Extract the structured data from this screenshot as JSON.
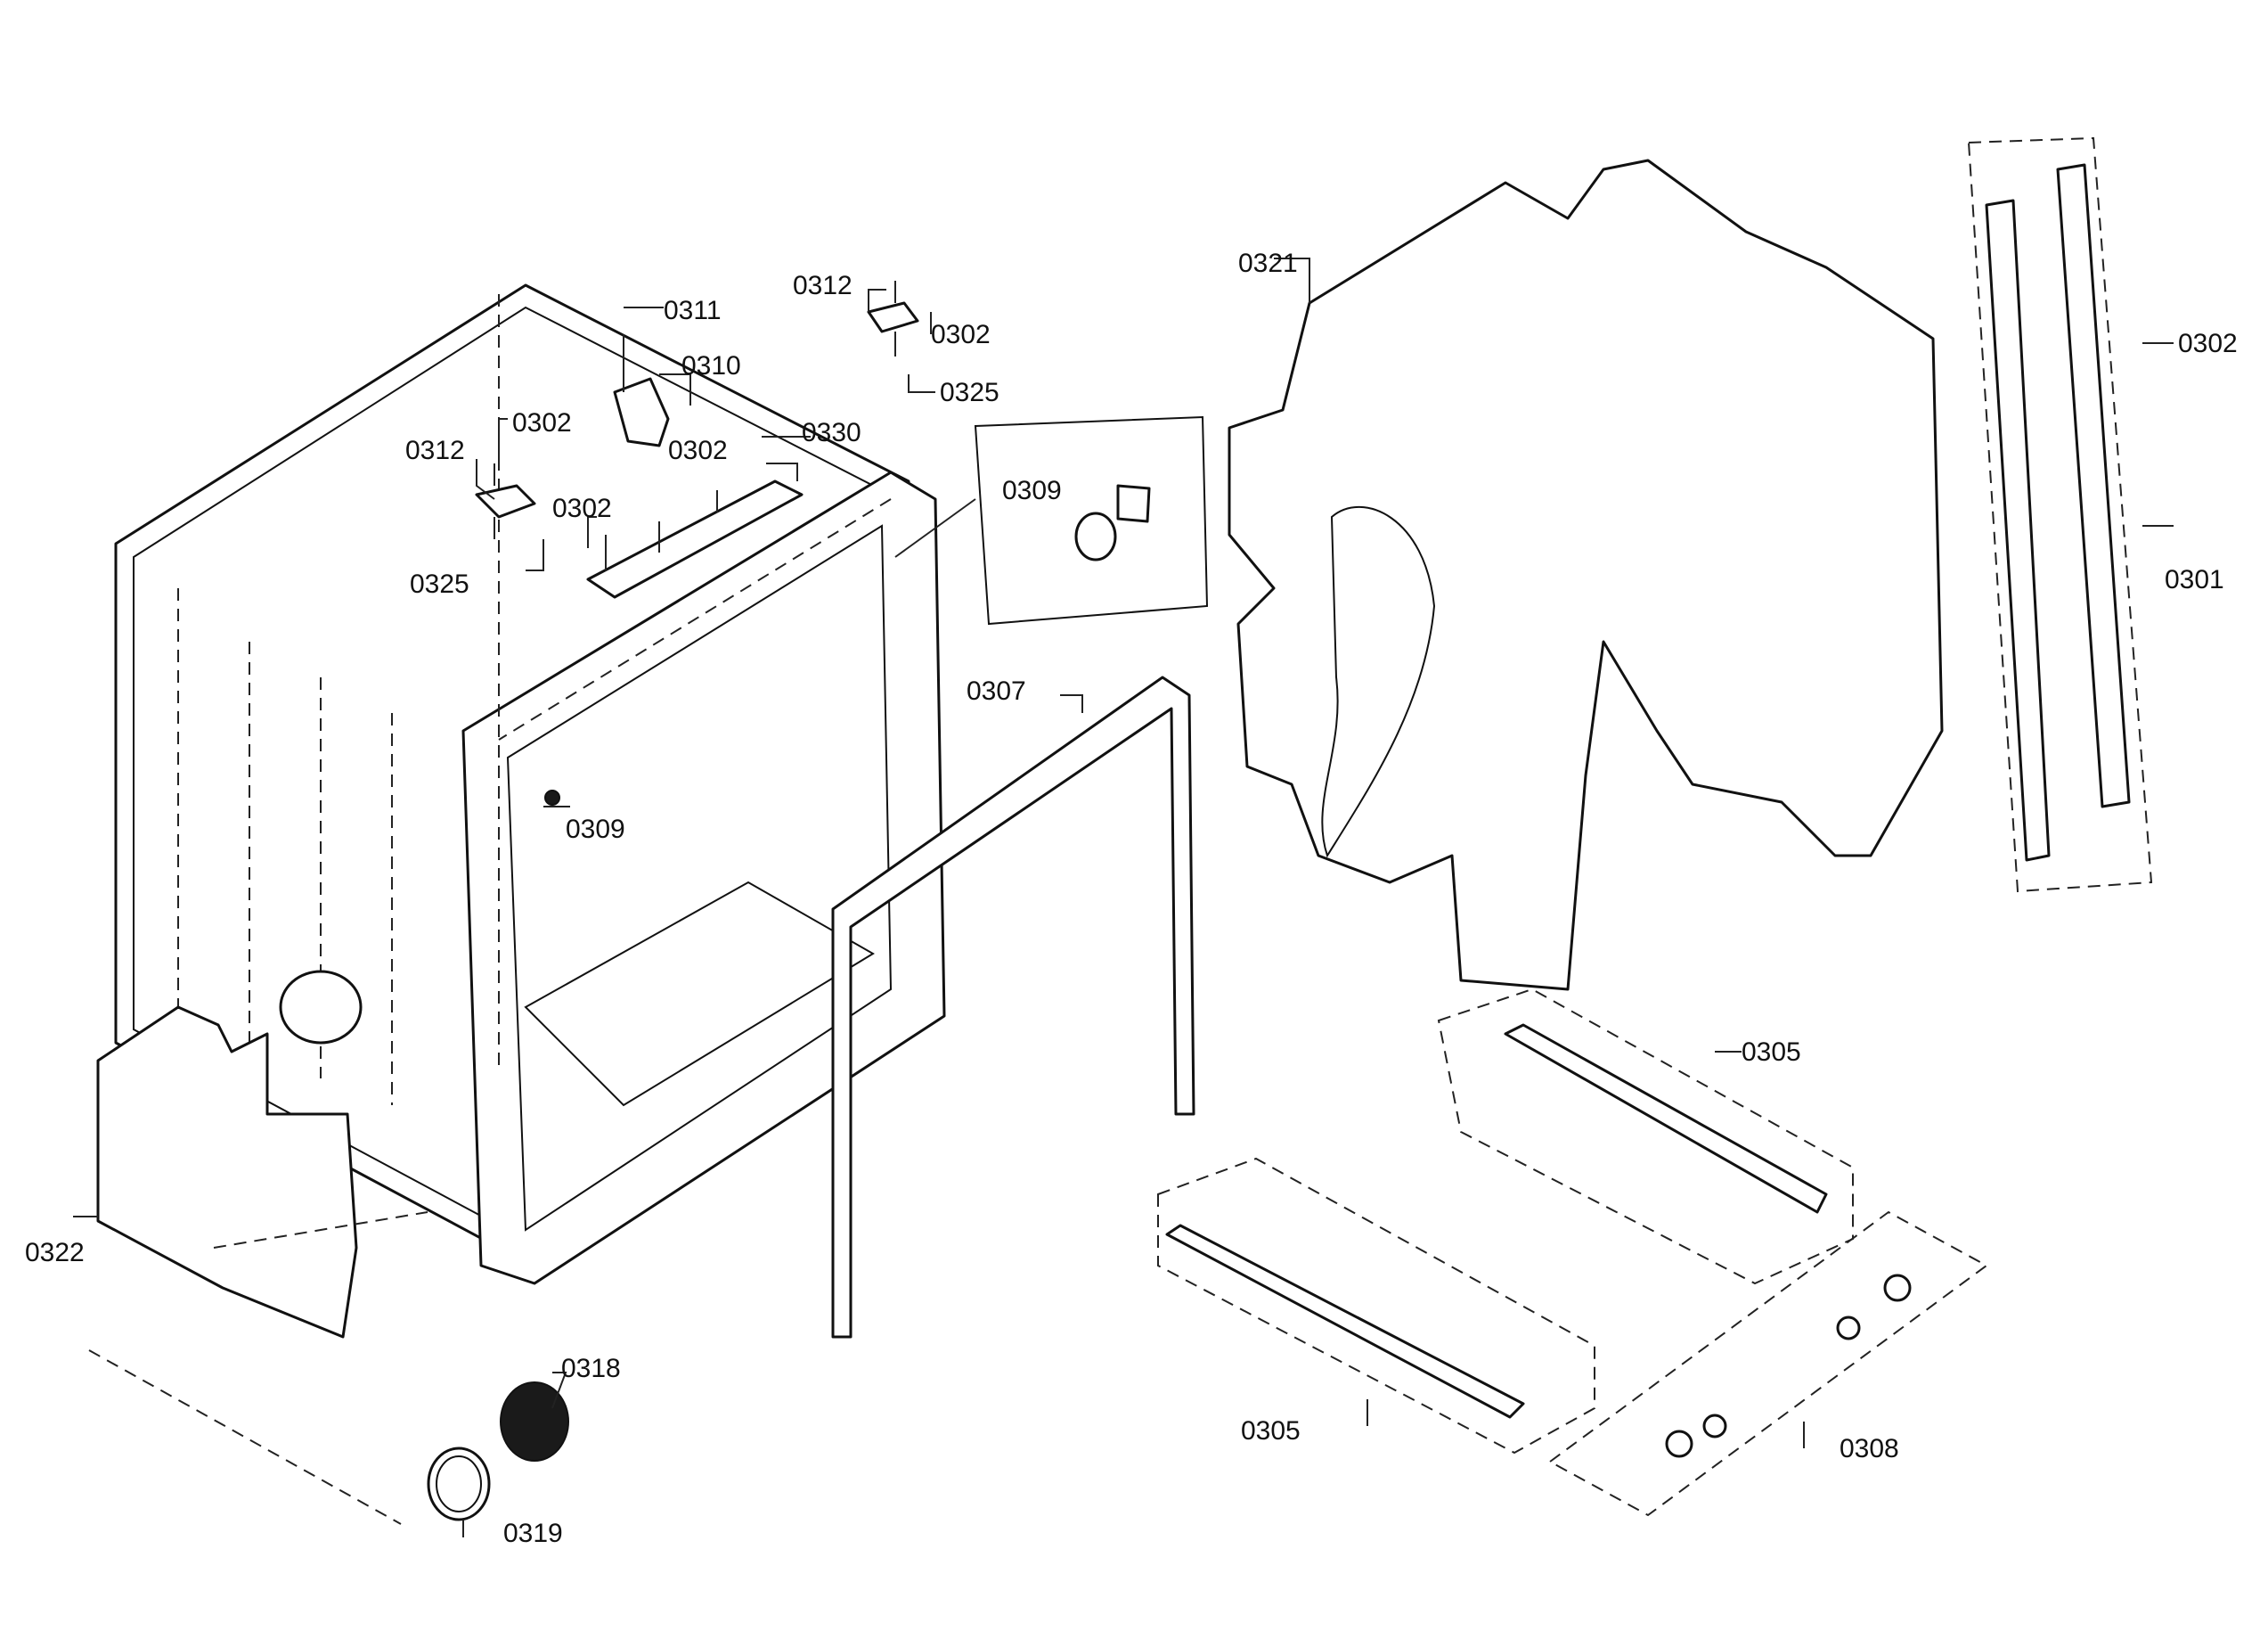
{
  "diagram": {
    "callouts": [
      {
        "id": "c0311",
        "text": "0311"
      },
      {
        "id": "c0310",
        "text": "0310"
      },
      {
        "id": "c0302a",
        "text": "0302"
      },
      {
        "id": "c0312a",
        "text": "0312"
      },
      {
        "id": "c0302b",
        "text": "0302"
      },
      {
        "id": "c0330",
        "text": "0330"
      },
      {
        "id": "c0302c",
        "text": "0302"
      },
      {
        "id": "c0325a",
        "text": "0325"
      },
      {
        "id": "c0312b",
        "text": "0312"
      },
      {
        "id": "c0302d",
        "text": "0302"
      },
      {
        "id": "c0325b",
        "text": "0325"
      },
      {
        "id": "c0309a",
        "text": "0309"
      },
      {
        "id": "c0309b",
        "text": "0309"
      },
      {
        "id": "c0307",
        "text": "0307"
      },
      {
        "id": "c0322",
        "text": "0322"
      },
      {
        "id": "c0318",
        "text": "0318"
      },
      {
        "id": "c0319",
        "text": "0319"
      },
      {
        "id": "c0321",
        "text": "0321"
      },
      {
        "id": "c0302e",
        "text": "0302"
      },
      {
        "id": "c0301",
        "text": "0301"
      },
      {
        "id": "c0305a",
        "text": "0305"
      },
      {
        "id": "c0305b",
        "text": "0305"
      },
      {
        "id": "c0308",
        "text": "0308"
      }
    ]
  }
}
